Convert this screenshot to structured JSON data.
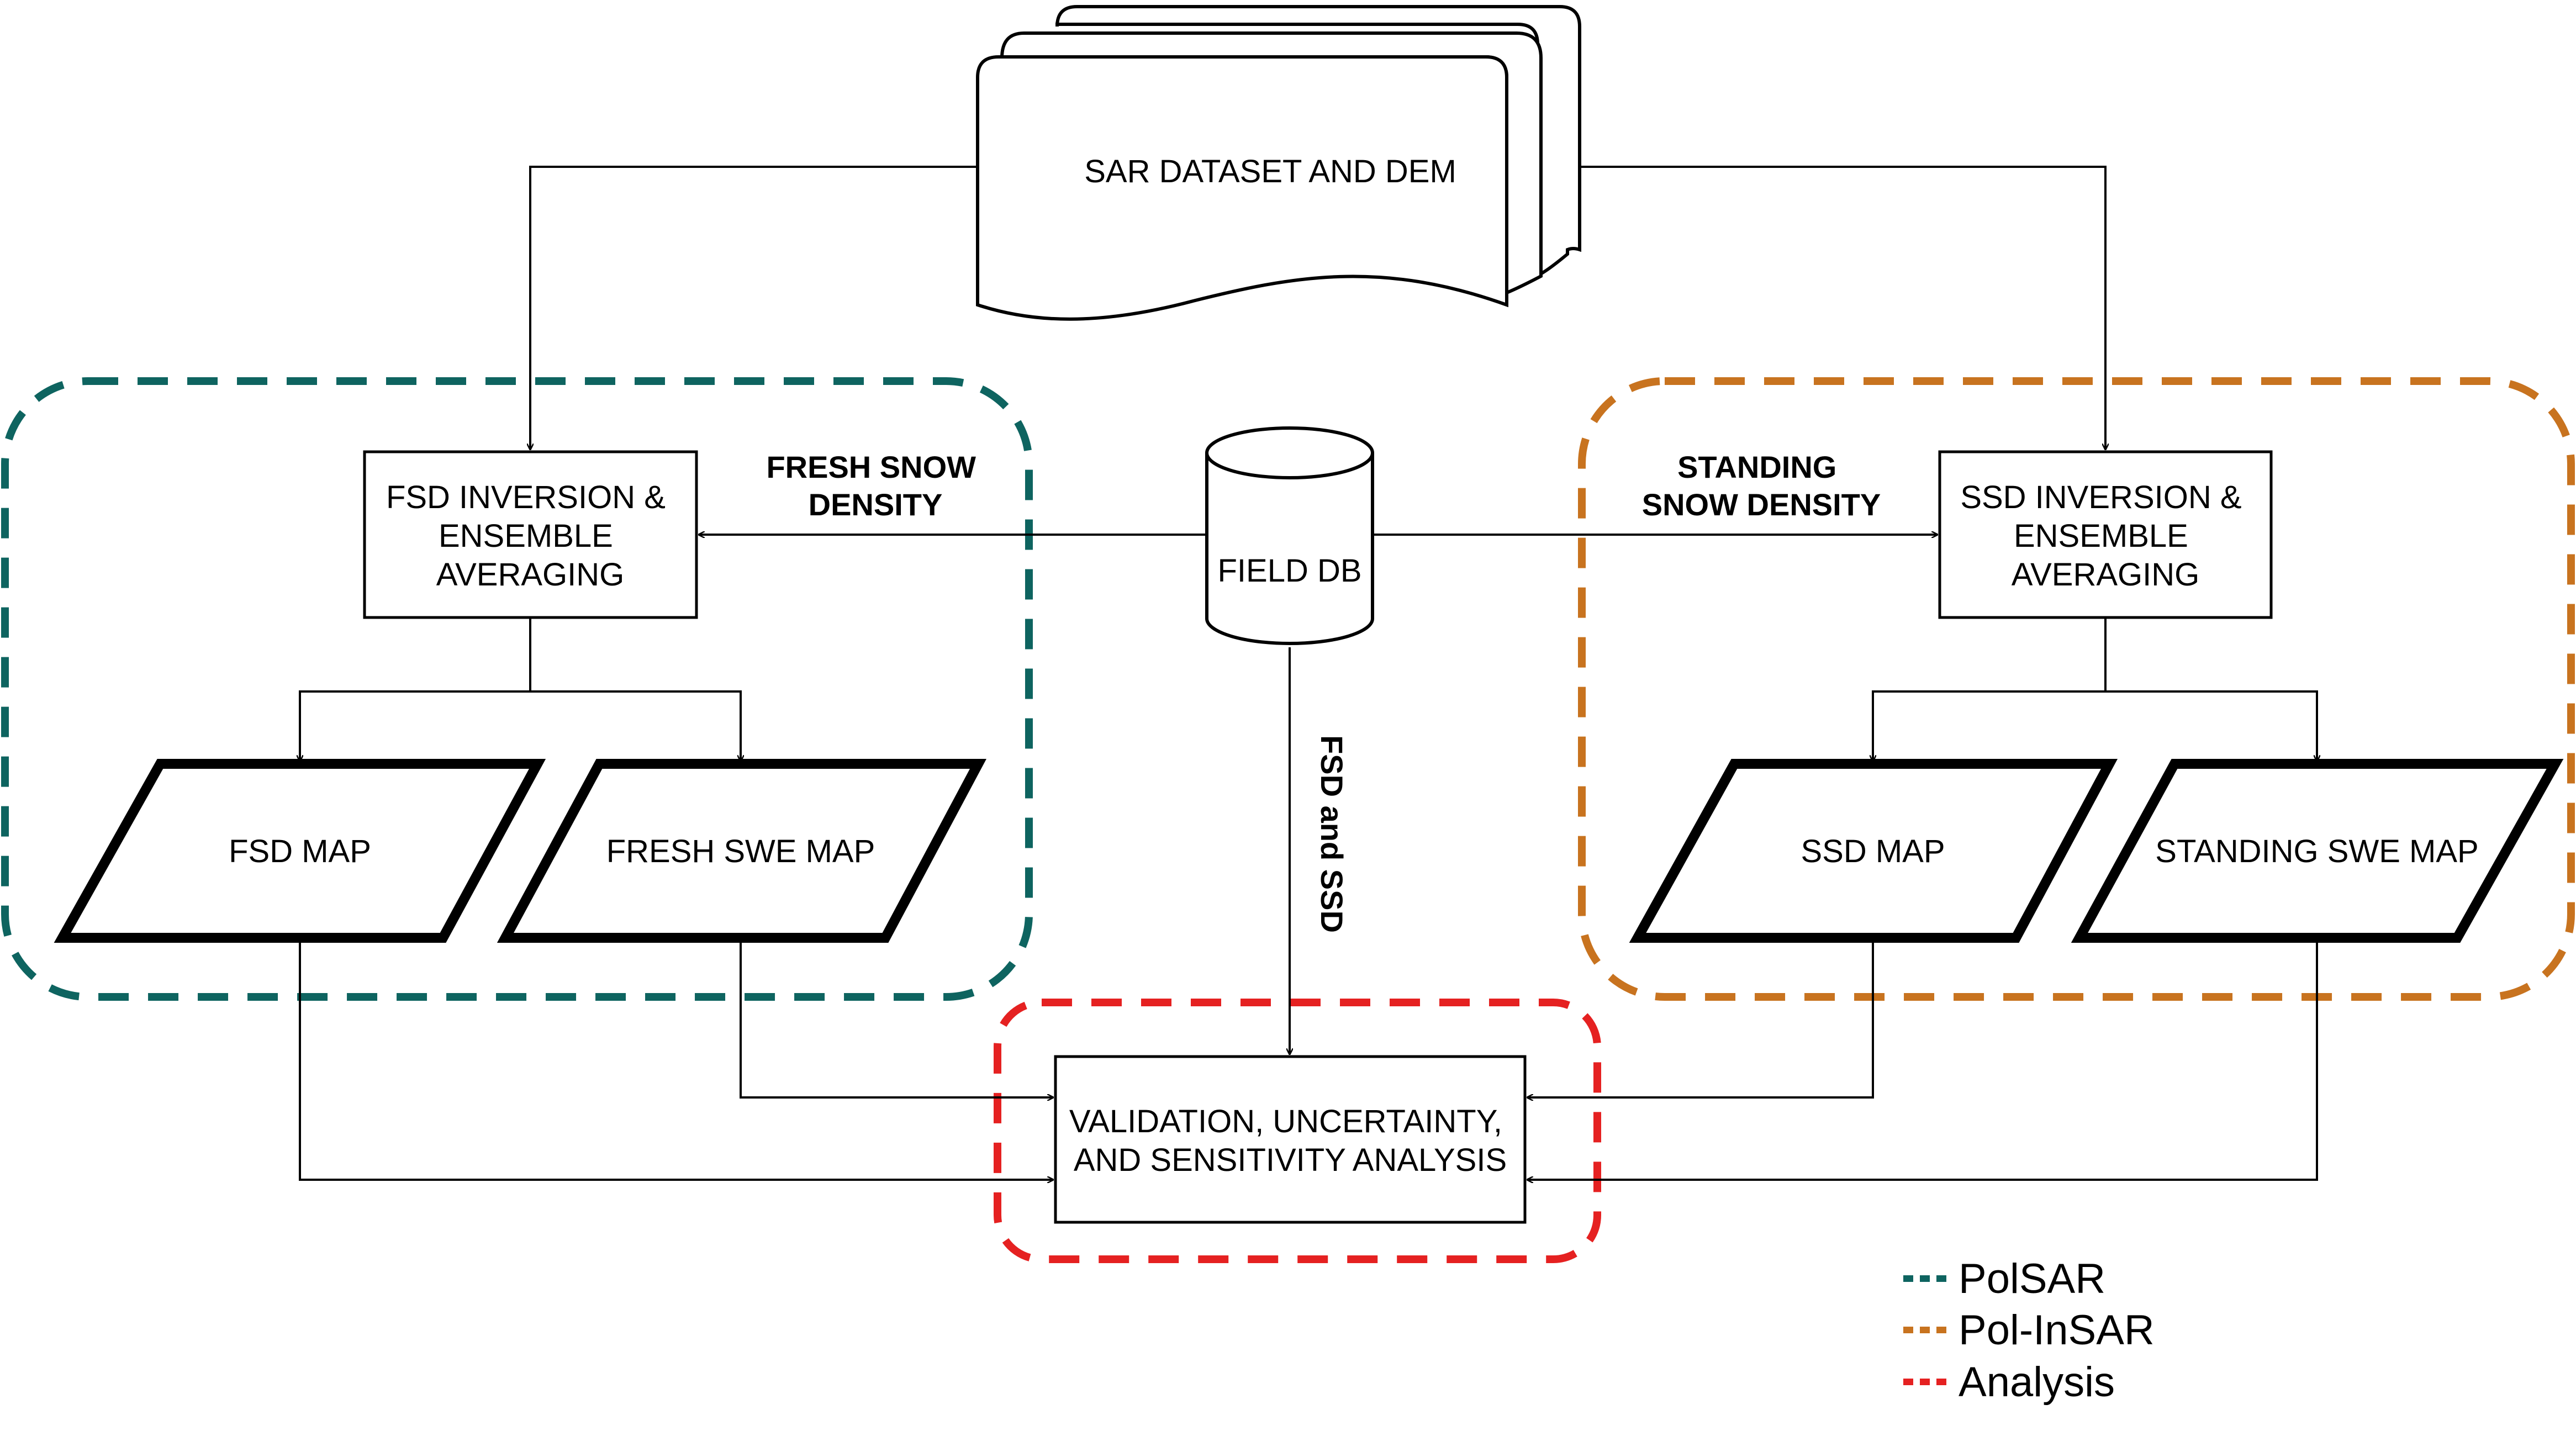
{
  "colors": {
    "polsar": "#0e6460",
    "polinsar": "#c8731f",
    "analysis": "#e52121",
    "stroke": "#000000"
  },
  "nodes": {
    "sar_dataset": "SAR DATASET AND DEM",
    "field_db": "FIELD DB",
    "fsd_inversion": [
      "FSD INVERSION &",
      "ENSEMBLE",
      "AVERAGING"
    ],
    "ssd_inversion": [
      "SSD INVERSION &",
      "ENSEMBLE",
      "AVERAGING"
    ],
    "fsd_map": "FSD MAP",
    "fresh_swe_map": "FRESH SWE MAP",
    "ssd_map": "SSD MAP",
    "standing_swe_map": "STANDING SWE MAP",
    "validation": [
      "VALIDATION, UNCERTAINTY,",
      "AND SENSITIVITY ANALYSIS"
    ]
  },
  "edge_labels": {
    "fresh_snow_density": [
      "FRESH SNOW",
      "DENSITY"
    ],
    "standing_snow_density": [
      "STANDING",
      "SNOW DENSITY"
    ],
    "fsd_and_ssd": "FSD and SSD"
  },
  "legend": [
    {
      "label": "PolSAR",
      "color_key": "polsar"
    },
    {
      "label": "Pol-InSAR",
      "color_key": "polinsar"
    },
    {
      "label": "Analysis",
      "color_key": "analysis"
    }
  ]
}
